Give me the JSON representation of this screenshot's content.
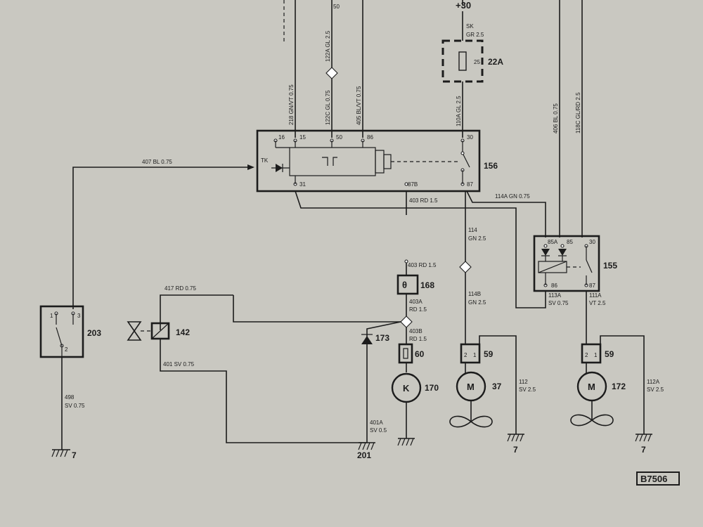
{
  "supply": {
    "terminal": "+30"
  },
  "fuse": {
    "number": "22A",
    "rating": "25",
    "wire_in_id": "SK",
    "wire_in_spec": "GR 2.5",
    "wire_out": "110A GL 2.5"
  },
  "top_wires": {
    "w50": "50",
    "w218": "218 GN/VT 0.75",
    "w122a": "122A GL 2.5",
    "w122c": "122C GL 0.75",
    "w405": "405 BL/VT 0.75",
    "w406": "406 BL 0.75",
    "w118c": "118C GL/RD 2.5"
  },
  "relay156": {
    "number": "156",
    "pins": [
      "16",
      "15",
      "50",
      "86",
      "30",
      "TK",
      "31",
      "87B",
      "87"
    ]
  },
  "relay155": {
    "number": "155",
    "pins": [
      "85A",
      "85",
      "30",
      "86",
      "87"
    ]
  },
  "wires": {
    "w407": "407 BL 0.75",
    "w403": "403 RD 1.5",
    "w114a": "114A GN 0.75",
    "w114_id": "114",
    "w114_spec": "GN 2.5",
    "w403_top": "403 RD 1.5",
    "w403a_id": "403A",
    "w403a_spec": "RD 1.5",
    "w403b_id": "403B",
    "w403b_spec": "RD 1.5",
    "w114b_id": "114B",
    "w114b_spec": "GN 2.5",
    "w113a_id": "113A",
    "w113a_spec": "SV 0.75",
    "w111a_id": "111A",
    "w111a_spec": "VT 2.5",
    "w417": "417 RD 0.75",
    "w401": "401 SV 0.75",
    "w498_id": "498",
    "w498_spec": "SV 0.75",
    "w401a_id": "401A",
    "w401a_spec": "SV 0.5",
    "w112_id": "112",
    "w112_spec": "SV 2.5",
    "w112a_id": "112A",
    "w112a_spec": "SV 2.5"
  },
  "components": {
    "c203": "203",
    "c203_pins": [
      "1",
      "3",
      "2"
    ],
    "c142": "142",
    "c168": "168",
    "c168_symbol": "θ",
    "c173": "173",
    "c60": "60",
    "c170": "170",
    "c170_symbol": "K",
    "c59a": "59",
    "c59a_pins": [
      "2",
      "1"
    ],
    "c37": "37",
    "c37_symbol": "M",
    "c59b": "59",
    "c59b_pins": [
      "2",
      "1"
    ],
    "c172": "172",
    "c172_symbol": "M"
  },
  "grounds": {
    "g1": "7",
    "g201": "201",
    "g2": "7",
    "g3": "7"
  },
  "figure_code": "B7506"
}
